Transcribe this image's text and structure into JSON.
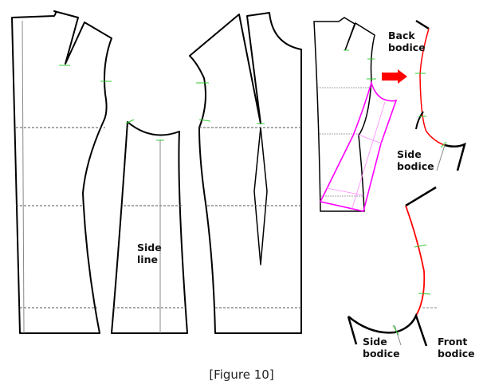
{
  "labels": {
    "side_line": [
      "Side",
      "line"
    ],
    "back_bodice": [
      "Back",
      "bodice"
    ],
    "side_bodice_top": [
      "Side",
      "bodice"
    ],
    "side_bodice_bottom": [
      "Side",
      "bodice"
    ],
    "front_bodice": [
      "Front",
      "bodice"
    ]
  },
  "caption": "[Figure 10]",
  "colors": {
    "outline": "#000000",
    "highlight": "#ff0000",
    "overlay": "#ff00ff",
    "notch": "#33cc33",
    "guide": "#888888"
  }
}
